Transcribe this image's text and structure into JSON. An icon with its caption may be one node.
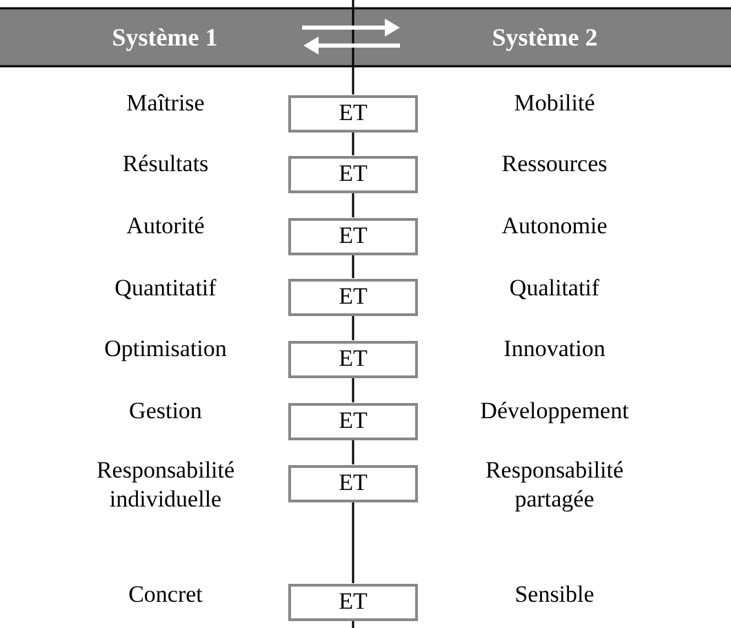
{
  "diagram": {
    "nodes": [
      {
        "text": [
          "Système 1"
        ]
      },
      {
        "text": [
          "Système 2"
        ]
      },
      {
        "text": [
          "ET"
        ]
      },
      {
        "text": [
          "ET"
        ]
      },
      {
        "text": [
          "ET"
        ]
      },
      {
        "text": [
          "ET"
        ]
      },
      {
        "text": [
          "ET"
        ]
      },
      {
        "text": [
          "ET"
        ]
      },
      {
        "text": [
          "ET"
        ]
      },
      {
        "text": [
          "ET"
        ]
      }
    ],
    "edges": [
      {
        "from": 2,
        "to": 3,
        "arrow": "none"
      },
      {
        "from": 3,
        "to": 4,
        "arrow": "none"
      },
      {
        "from": 4,
        "to": 5,
        "arrow": "none"
      },
      {
        "from": 5,
        "to": 6,
        "arrow": "none"
      },
      {
        "from": 6,
        "to": 7,
        "arrow": "none"
      },
      {
        "from": 7,
        "to": 8,
        "arrow": "none"
      },
      {
        "from": 8,
        "to": 9,
        "arrow": "none"
      }
    ],
    "labels": [
      "Maîtrise",
      "Mobilité",
      "Résultats",
      "Ressources",
      "Autorité",
      "Autonomie",
      "Quantitatif",
      "Qualitatif",
      "Optimisation",
      "Innovation",
      "Gestion",
      "Développement",
      "Responsabilité individuelle",
      "Responsabilité partagée",
      "Concret",
      "Sensible"
    ]
  }
}
